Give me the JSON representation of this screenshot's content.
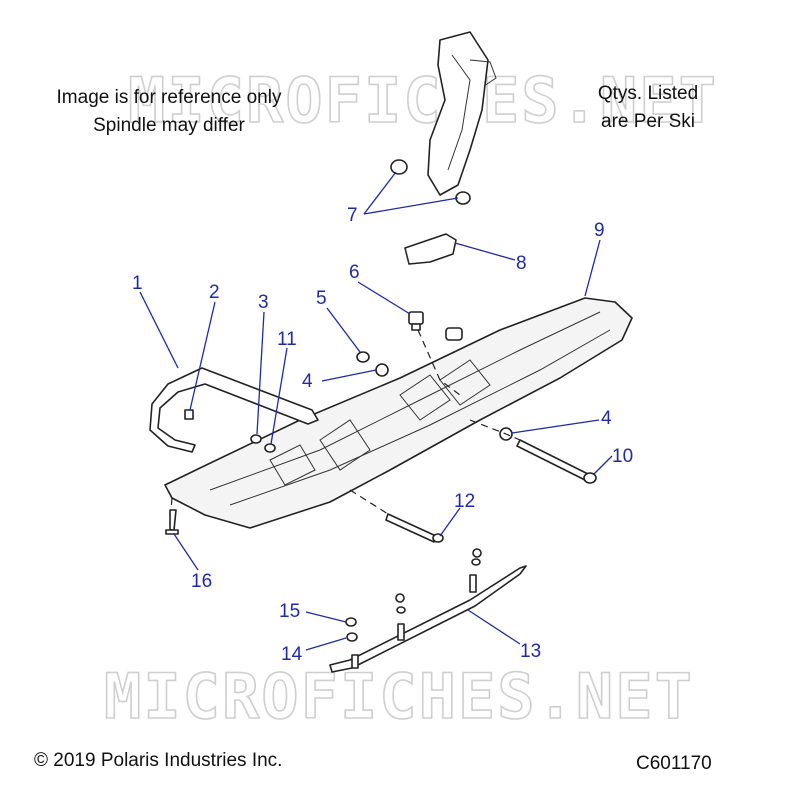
{
  "notes": {
    "reference_line1": "Image is for reference only",
    "reference_line2": "Spindle may differ",
    "qty_line1": "Qtys. Listed",
    "qty_line2": "are Per Ski"
  },
  "watermark": "MICROFICHES.NET",
  "footer": {
    "copyright": "© 2019 Polaris Industries Inc.",
    "diagram_code": "C601170"
  },
  "callouts": {
    "c1": "1",
    "c2": "2",
    "c3": "3",
    "c4a": "4",
    "c4b": "4",
    "c5": "5",
    "c6": "6",
    "c7": "7",
    "c8": "8",
    "c9": "9",
    "c10": "10",
    "c11": "11",
    "c12": "12",
    "c13": "13",
    "c14": "14",
    "c15": "15",
    "c16": "16"
  },
  "colors": {
    "callout": "#1f2aa8",
    "line": "#222222",
    "watermark": "#cfcfcf"
  }
}
